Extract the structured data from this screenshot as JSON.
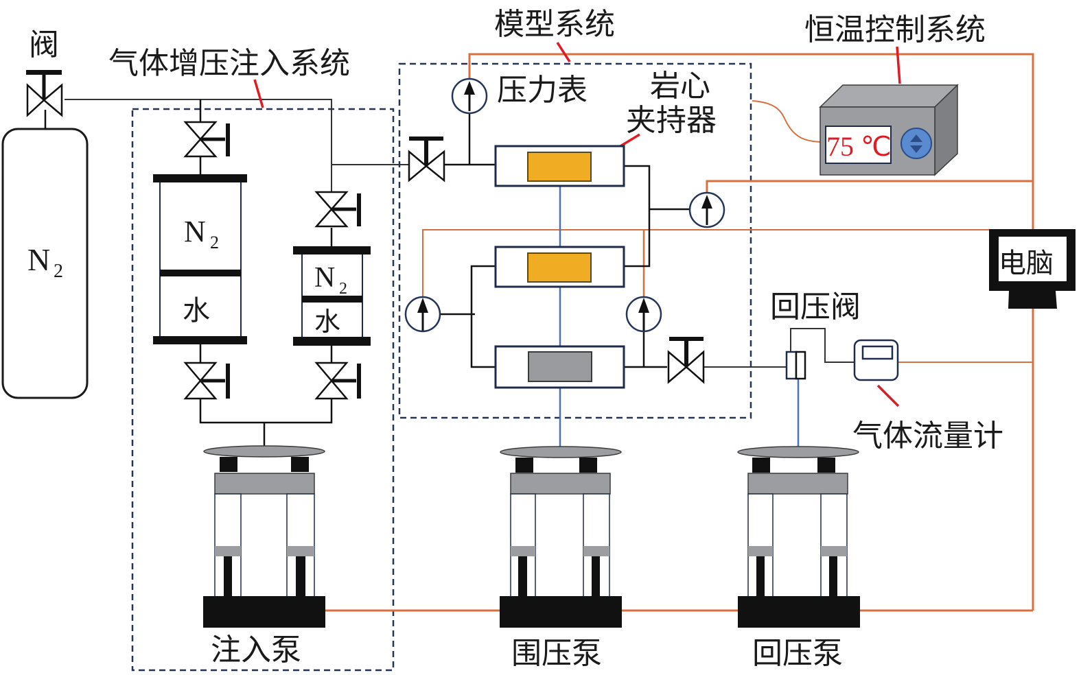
{
  "labels": {
    "valve_top": "阀",
    "gas_boost_system": "气体增压注入系统",
    "model_system": "模型系统",
    "thermostat_system": "恒温控制系统",
    "pressure_gauge": "压力表",
    "core_holder_line1": "岩心",
    "core_holder_line2": "夹持器",
    "back_pressure_valve": "回压阀",
    "gas_flowmeter": "气体流量计",
    "computer": "电脑",
    "injection_pump": "注入泵",
    "confining_pump": "围压泵",
    "back_pressure_pump": "回压泵"
  },
  "cylinder": {
    "gas": "N",
    "sub": "2"
  },
  "accumulators": [
    {
      "top": "N",
      "top_sub": "2",
      "bottom": "水"
    },
    {
      "top": "N",
      "top_sub": "2",
      "bottom": "水"
    }
  ],
  "thermostat": {
    "display": "75 ℃",
    "knob_icon": "up-down-arrows-icon"
  },
  "colors": {
    "signal_line": "#d7703f",
    "confining_line": "#4a72b8",
    "leader_line": "#e01b24",
    "core_sample": "#f0ac22",
    "dummy_core": "#9a9b9e",
    "thermostat_body": "#9c9da0",
    "display_text": "#e01b24"
  }
}
